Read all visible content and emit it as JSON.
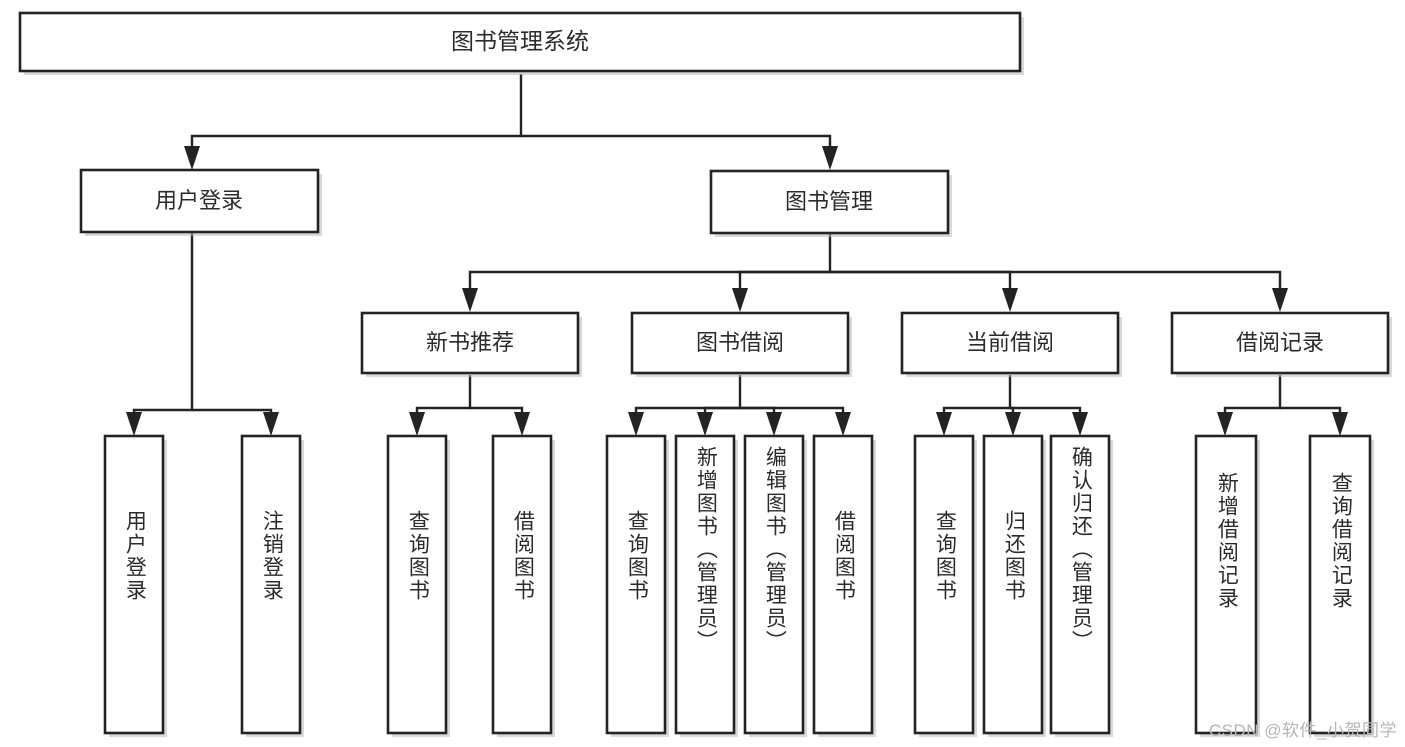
{
  "diagram": {
    "type": "tree-hierarchy",
    "title": "图书管理系统",
    "orientation": "top-down",
    "colors": {
      "box_stroke": "#232323",
      "box_fill": "#ffffff",
      "text": "#2b2b2b",
      "connector": "#232323",
      "watermark": "#b5b5b5",
      "background": "#ffffff"
    },
    "root": {
      "label": "图书管理系统"
    },
    "level2": [
      {
        "id": "user-login",
        "label": "用户登录"
      },
      {
        "id": "book-manage",
        "label": "图书管理"
      }
    ],
    "level3": [
      {
        "id": "new-book-recommend",
        "label": "新书推荐",
        "parent": "book-manage"
      },
      {
        "id": "book-borrow",
        "label": "图书借阅",
        "parent": "book-manage"
      },
      {
        "id": "current-borrow",
        "label": "当前借阅",
        "parent": "book-manage"
      },
      {
        "id": "borrow-record",
        "label": "借阅记录",
        "parent": "book-manage"
      }
    ],
    "leaves": [
      {
        "id": "leaf-user-login",
        "label": "用户登录",
        "parent": "user-login"
      },
      {
        "id": "leaf-user-logout",
        "label": "注销登录",
        "parent": "user-login"
      },
      {
        "id": "leaf-query-book-1",
        "label": "查询图书",
        "parent": "new-book-recommend"
      },
      {
        "id": "leaf-borrow-book-1",
        "label": "借阅图书",
        "parent": "new-book-recommend"
      },
      {
        "id": "leaf-query-book-2",
        "label": "查询图书",
        "parent": "book-borrow"
      },
      {
        "id": "leaf-add-book",
        "label": "新增图书（管理员）",
        "parent": "book-borrow"
      },
      {
        "id": "leaf-edit-book",
        "label": "编辑图书（管理员）",
        "parent": "book-borrow"
      },
      {
        "id": "leaf-borrow-book-2",
        "label": "借阅图书",
        "parent": "book-borrow"
      },
      {
        "id": "leaf-query-book-3",
        "label": "查询图书",
        "parent": "current-borrow"
      },
      {
        "id": "leaf-return-book",
        "label": "归还图书",
        "parent": "current-borrow"
      },
      {
        "id": "leaf-confirm-return",
        "label": "确认归还（管理员）",
        "parent": "current-borrow"
      },
      {
        "id": "leaf-add-record",
        "label": "新增借阅记录",
        "parent": "borrow-record"
      },
      {
        "id": "leaf-query-record",
        "label": "查询借阅记录",
        "parent": "borrow-record"
      }
    ]
  },
  "watermark": {
    "text": "CSDN @软件_小贺同学"
  }
}
